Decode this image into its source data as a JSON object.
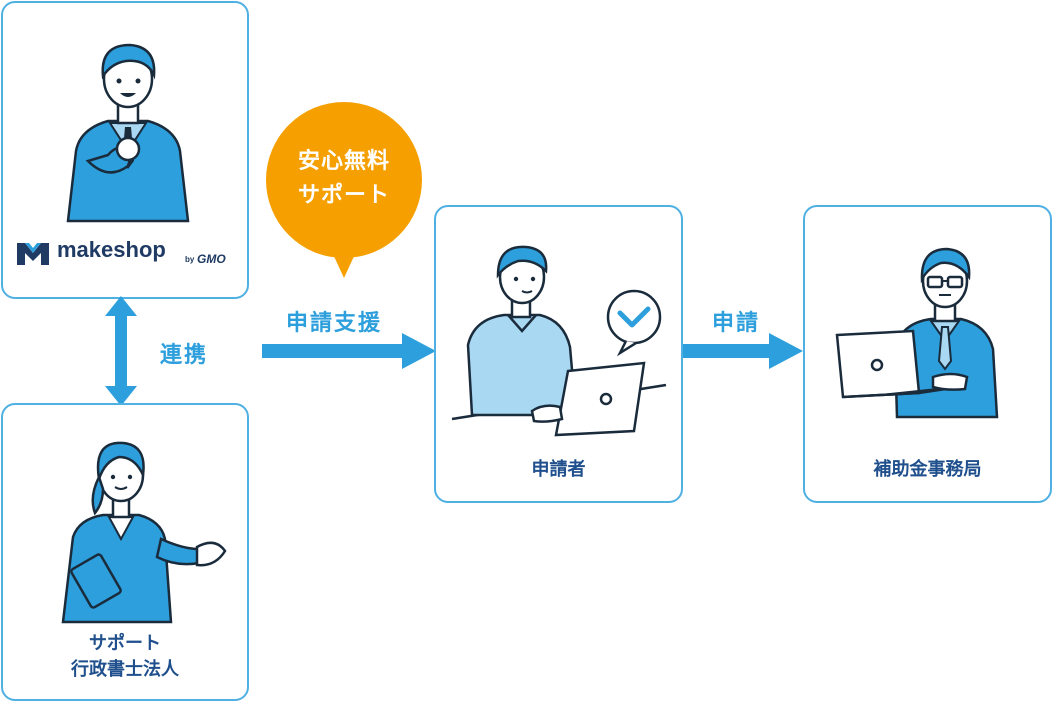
{
  "makeshop": {
    "logo_text": "makeshop",
    "logo_suffix_by": "by",
    "logo_suffix_brand": "GMO"
  },
  "support_office": {
    "line1": "サポート",
    "line2": "行政書士法人"
  },
  "applicant": {
    "label": "申請者"
  },
  "subsidy_office": {
    "label": "補助金事務局"
  },
  "flow": {
    "link": "連携",
    "application_support": "申請支援",
    "apply": "申請"
  },
  "bubble": {
    "line1": "安心無料",
    "line2": "サポート"
  },
  "colors": {
    "accent_blue": "#2d9fdc",
    "card_border": "#4fb0e3",
    "bubble_orange": "#f5a000",
    "navy_text": "#1f4f8c"
  }
}
